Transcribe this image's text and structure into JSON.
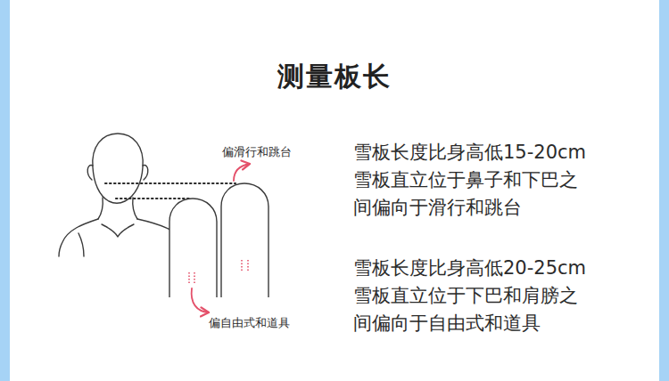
{
  "diagram": {
    "title": "测量板长",
    "labels": [
      "偏滑行和跳台",
      "偏自由式和道具",
      "雪板长度比身高低15-20cm",
      "雪板直立位于鼻子和下巴之间偏向于滑行和跳台",
      "雪板长度比身高低20-25cm",
      "雪板直立位于下巴和肩膀之间偏向于自由式和道具"
    ]
  }
}
